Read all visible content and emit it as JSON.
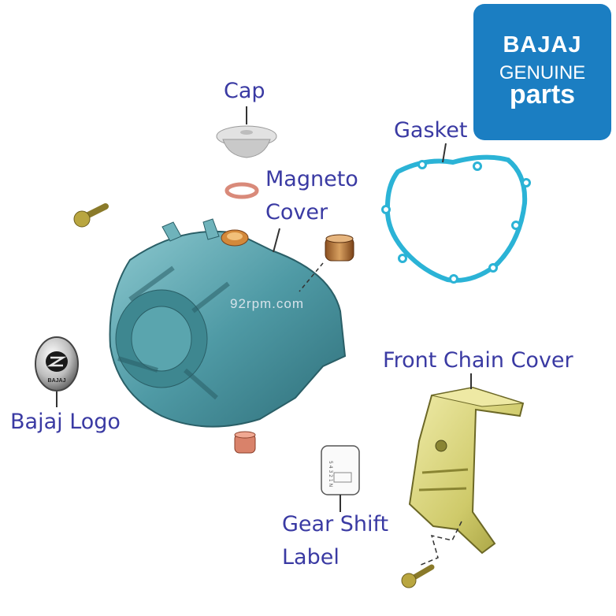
{
  "brand_badge": {
    "brand": "BAJAJ",
    "line1": "GENUINE",
    "line2": "parts",
    "color": "#1b7ec2"
  },
  "logo_emblem_text": "BAJAJ",
  "watermark": "92rpm.com",
  "labels": {
    "cap": "Cap",
    "gasket": "Gasket",
    "magneto_cover_1": "Magneto",
    "magneto_cover_2": "Cover",
    "bajaj_logo": "Bajaj Logo",
    "front_chain_cover": "Front Chain Cover",
    "gear_shift_label_1": "Gear Shift",
    "gear_shift_label_2": "Label"
  },
  "gear_shift_sticker_text": "5 4 3 2 1 N",
  "colors": {
    "label_text": "#3a3aa3",
    "magneto_cover": "#4f9aa5",
    "gasket": "#2bb3d6",
    "chain_cover": "#cfca6a",
    "bushing": "#c07a3b"
  }
}
